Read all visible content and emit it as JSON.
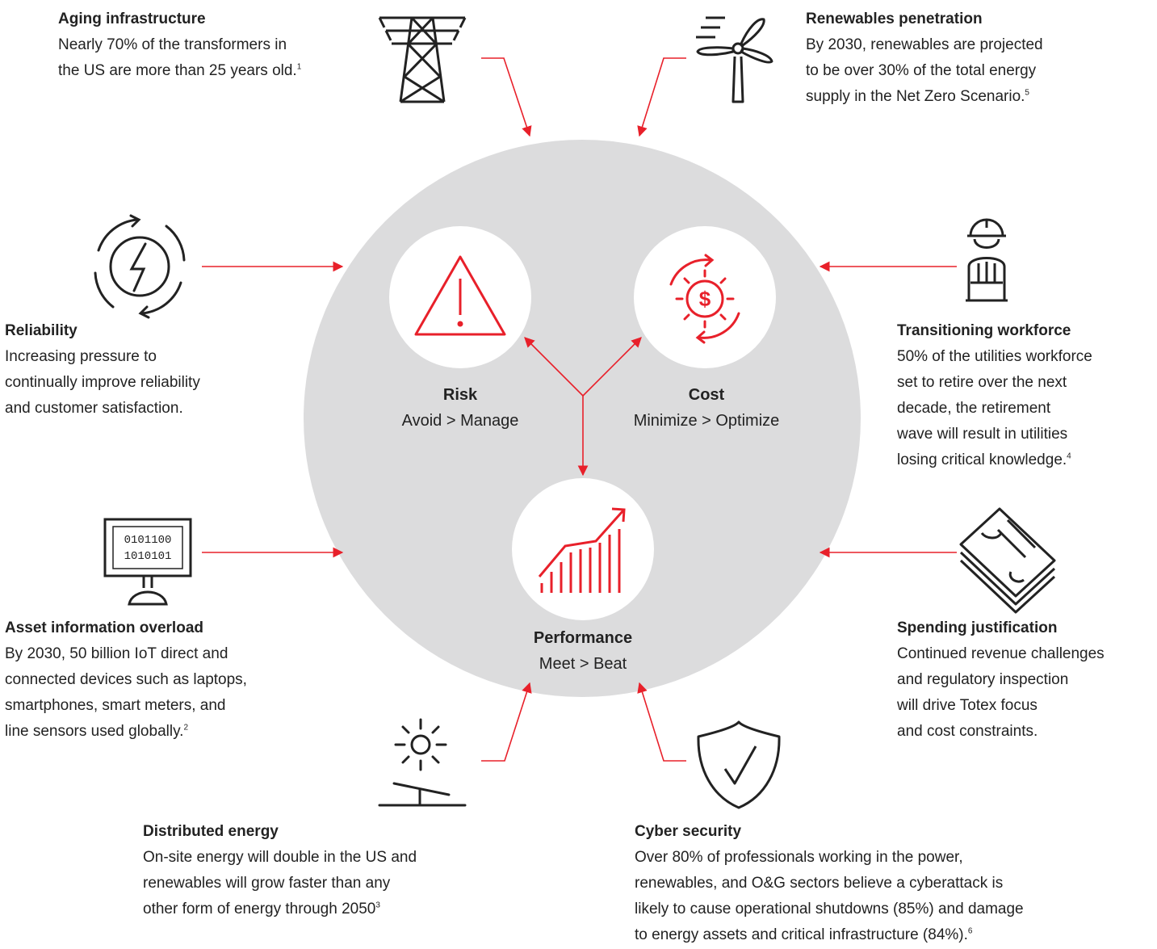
{
  "accent": "#e8202a",
  "hub": {
    "risk": {
      "title": "Risk",
      "subtitle": "Avoid > Manage",
      "icon": "warning-triangle-icon"
    },
    "cost": {
      "title": "Cost",
      "subtitle": "Minimize > Optimize",
      "icon": "dollar-gear-cycle-icon"
    },
    "performance": {
      "title": "Performance",
      "subtitle": "Meet > Beat",
      "icon": "rising-bar-chart-icon"
    }
  },
  "factors": {
    "aging": {
      "title": "Aging infrastructure",
      "body": "Nearly 70% of the transformers in\nthe US are more than 25 years old.",
      "note": "1",
      "icon": "transmission-tower-icon"
    },
    "renewables": {
      "title": "Renewables penetration",
      "body": "By 2030, renewables are projected\nto be over 30% of the total energy\nsupply in the Net Zero Scenario.",
      "note": "5",
      "icon": "wind-turbine-icon"
    },
    "reliability": {
      "title": "Reliability",
      "body": "Increasing pressure to\ncontinually improve reliability\nand customer satisfaction.",
      "icon": "power-cycle-icon"
    },
    "workforce": {
      "title": "Transitioning workforce",
      "body": "50% of the utilities workforce\nset to retire over the next\ndecade, the retirement\nwave will result in utilities\nlosing critical knowledge.",
      "note": "4",
      "icon": "hard-hat-worker-icon"
    },
    "asset": {
      "title": "Asset information overload",
      "body": "By 2030, 50 billion IoT direct and\nconnected devices such as laptops,\nsmartphones, smart meters, and\nline sensors used globally.",
      "note": "2",
      "icon": "binary-monitor-icon",
      "monitor_lines": [
        "0101100",
        "1010101"
      ]
    },
    "spending": {
      "title": "Spending justification",
      "body": "Continued revenue challenges\nand regulatory inspection\nwill drive Totex focus\nand cost constraints.",
      "icon": "money-stack-icon"
    },
    "distributed": {
      "title": "Distributed energy",
      "body": "On-site energy will double in the US and\nrenewables will grow faster than any\nother form of energy through 2050",
      "note": "3",
      "icon": "solar-panel-icon"
    },
    "cyber": {
      "title": "Cyber security",
      "body": "Over 80% of professionals working in the power,\nrenewables, and O&G sectors believe a cyberattack is\nlikely to cause operational shutdowns (85%) and damage\nto energy assets and critical infrastructure (84%).",
      "note": "6",
      "icon": "shield-check-icon"
    }
  }
}
